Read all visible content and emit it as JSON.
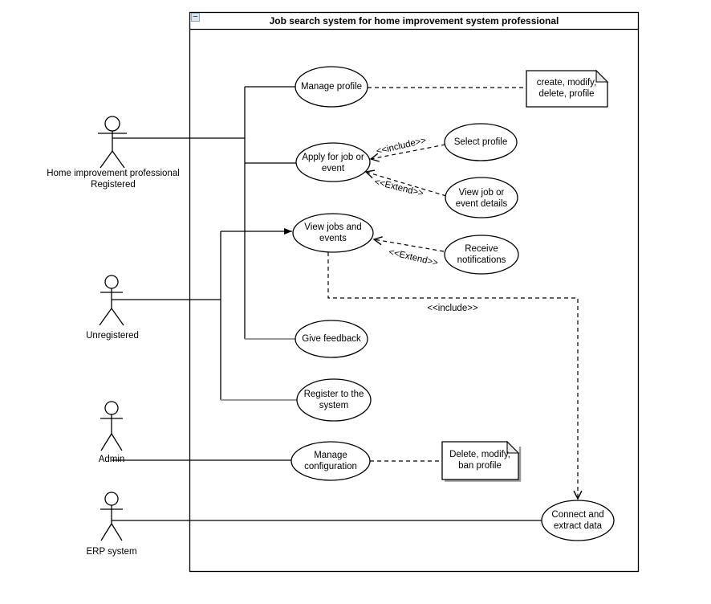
{
  "diagram": {
    "title": "Job search system for home improvement system professional",
    "collapse_glyph": "−"
  },
  "colors": {
    "line": "#000000",
    "secondary_line": "#999999",
    "shape_fill": "#ffffff",
    "note_fold": "#e8e8e8",
    "note_shadow": "#999999",
    "collapse_bg": "#dce6ef",
    "collapse_border": "#94a7b8",
    "background": "#ffffff"
  },
  "actors": [
    {
      "label": "Home improvement professional\nRegistered"
    },
    {
      "label": "Unregistered"
    },
    {
      "label": "Admin"
    },
    {
      "label": "ERP system"
    }
  ],
  "use_cases": [
    {
      "label": "Manage profile"
    },
    {
      "label": "Apply for job or\nevent"
    },
    {
      "label": "Select profile"
    },
    {
      "label": "View job or\nevent details"
    },
    {
      "label": "View jobs and\nevents"
    },
    {
      "label": "Receive\nnotifications"
    },
    {
      "label": "Give feedback"
    },
    {
      "label": "Register to the\nsystem"
    },
    {
      "label": "Manage\nconfiguration"
    },
    {
      "label": "Connect and\nextract data"
    }
  ],
  "notes": [
    {
      "text": "create, modify,\ndelete, profile"
    },
    {
      "text": "Delete, modify,\nban profile"
    }
  ],
  "connectors": [
    {
      "label": "<<include>>"
    },
    {
      "label": "<<Extend>>"
    },
    {
      "label": "<<Extend>>"
    },
    {
      "label": "<<include>>"
    }
  ]
}
